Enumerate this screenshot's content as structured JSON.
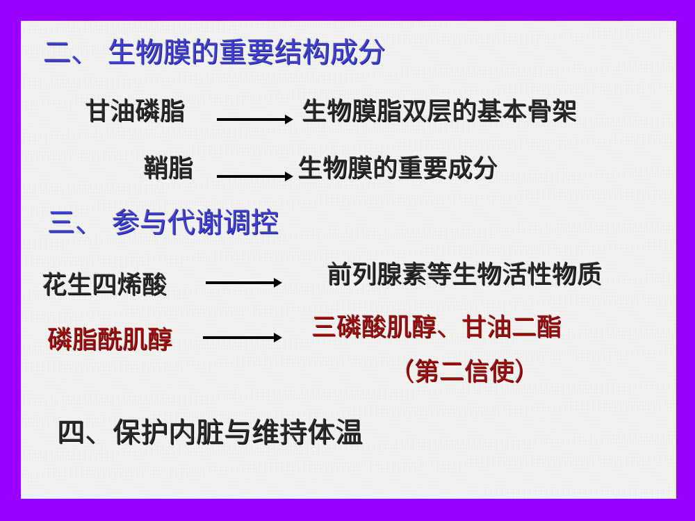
{
  "colors": {
    "border": "#9900ff",
    "heading": "#4040d0",
    "body_text": "#2a2a2a",
    "highlight": "#9a1010"
  },
  "section2": {
    "title": "二、 生物膜的重要结构成分",
    "rows": [
      {
        "source": "甘油磷脂",
        "arrow": "arrow-right-icon",
        "target": "生物膜脂双层的基本骨架"
      },
      {
        "source": "鞘脂",
        "arrow": "arrow-right-icon",
        "target": "生物膜的重要成分"
      }
    ]
  },
  "section3": {
    "title": "三、 参与代谢调控",
    "rows": [
      {
        "source": "花生四烯酸",
        "arrow": "arrow-right-icon",
        "target": "前列腺素等生物活性物质"
      },
      {
        "source": "磷脂酰肌醇",
        "arrow": "arrow-right-icon",
        "target": "三磷酸肌醇、甘油二酯",
        "note": "（第二信使）"
      }
    ]
  },
  "section4": {
    "title": "四、保护内脏与维持体温"
  }
}
